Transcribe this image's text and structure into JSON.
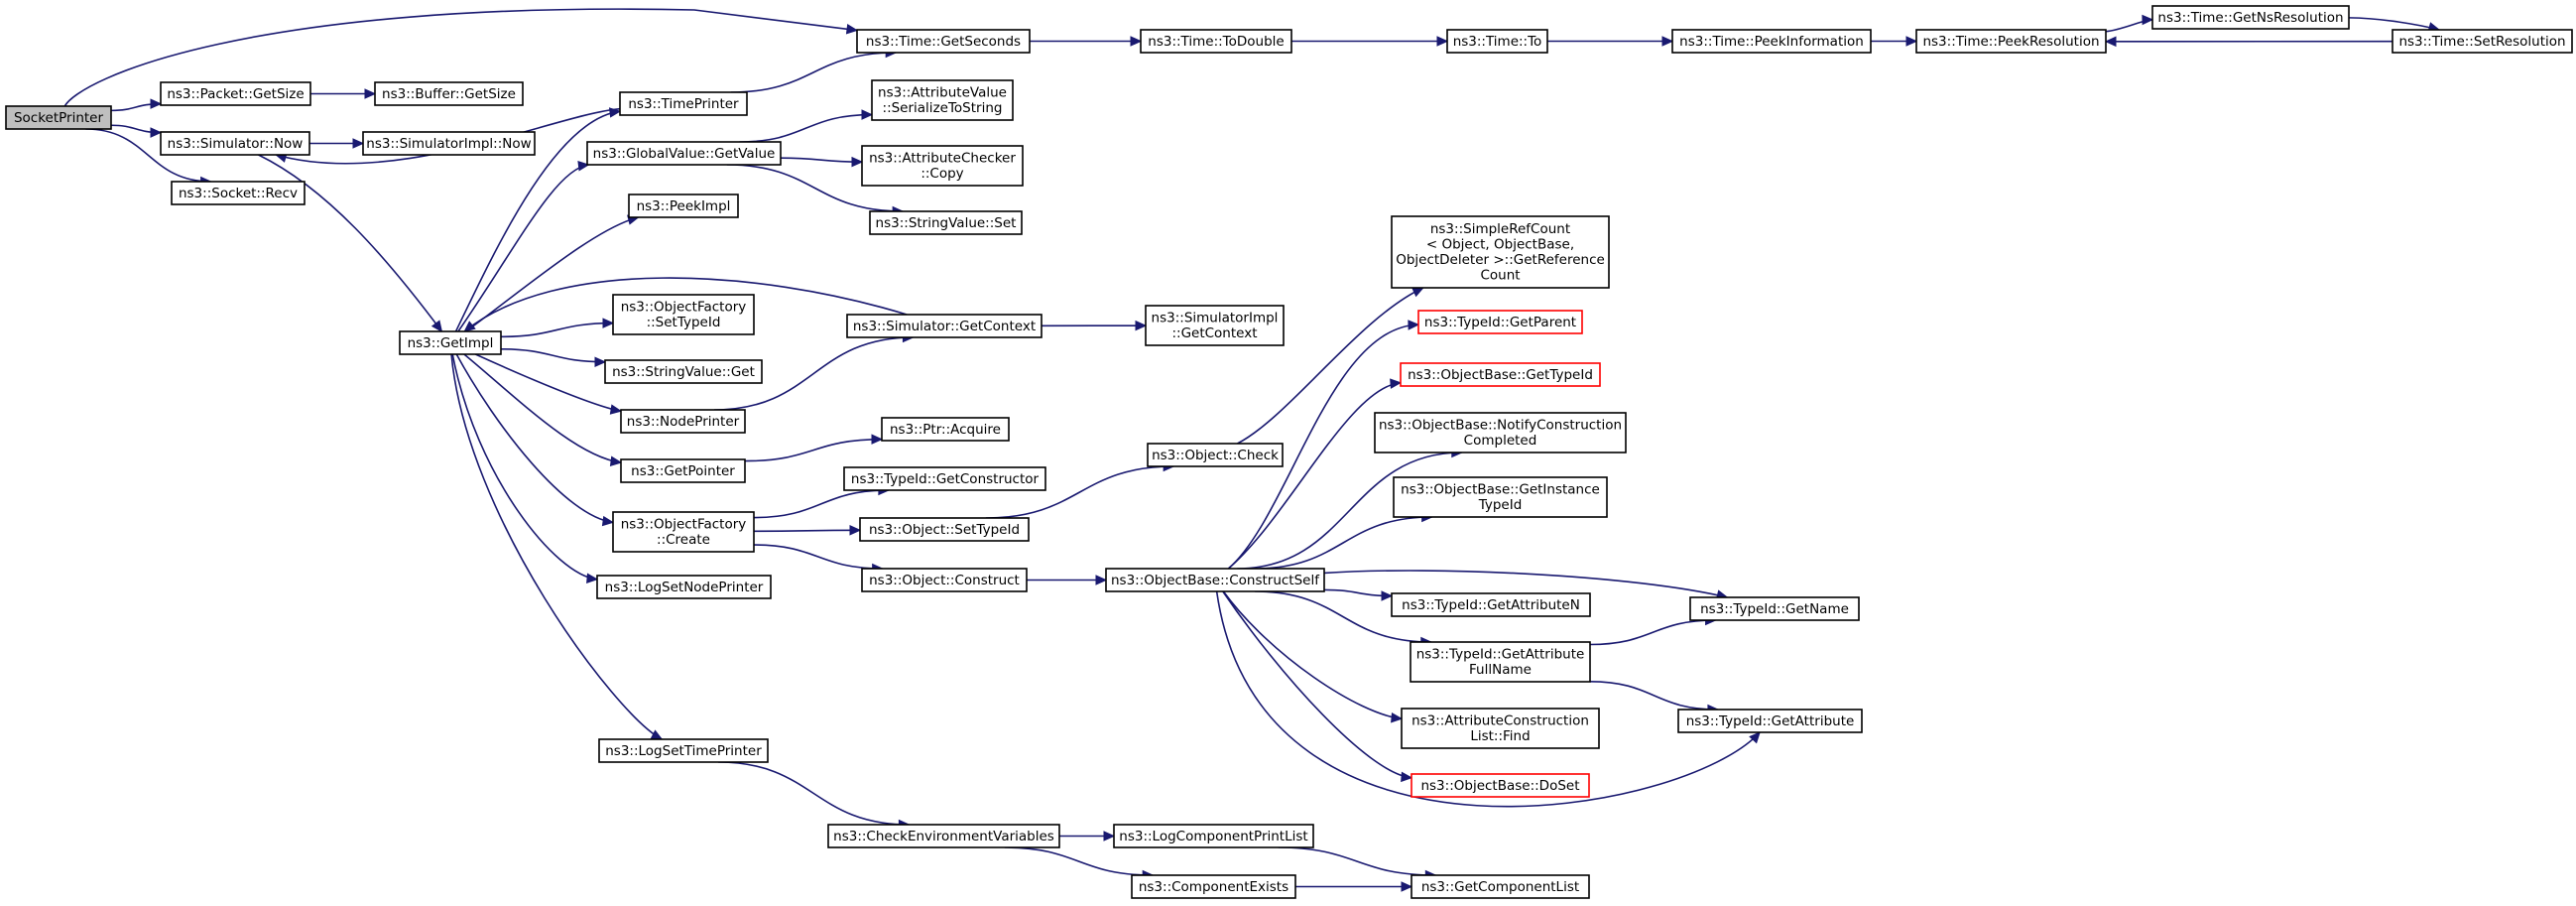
{
  "nodes": [
    {
      "id": "SocketPrinter",
      "lines": [
        "SocketPrinter"
      ],
      "style": "highlight"
    },
    {
      "id": "PacketGetSize",
      "lines": [
        "ns3::Packet::GetSize"
      ],
      "style": "normal"
    },
    {
      "id": "BufferGetSize",
      "lines": [
        "ns3::Buffer::GetSize"
      ],
      "style": "normal"
    },
    {
      "id": "SimulatorNow",
      "lines": [
        "ns3::Simulator::Now"
      ],
      "style": "normal"
    },
    {
      "id": "SimulatorImplNow",
      "lines": [
        "ns3::SimulatorImpl::Now"
      ],
      "style": "normal"
    },
    {
      "id": "SocketRecv",
      "lines": [
        "ns3::Socket::Recv"
      ],
      "style": "normal"
    },
    {
      "id": "TimeGetSeconds",
      "lines": [
        "ns3::Time::GetSeconds"
      ],
      "style": "normal"
    },
    {
      "id": "TimeToDouble",
      "lines": [
        "ns3::Time::ToDouble"
      ],
      "style": "normal"
    },
    {
      "id": "TimeTo",
      "lines": [
        "ns3::Time::To"
      ],
      "style": "normal"
    },
    {
      "id": "TimePeekInformation",
      "lines": [
        "ns3::Time::PeekInformation"
      ],
      "style": "normal"
    },
    {
      "id": "TimePeekResolution",
      "lines": [
        "ns3::Time::PeekResolution"
      ],
      "style": "normal"
    },
    {
      "id": "TimeGetNsResolution",
      "lines": [
        "ns3::Time::GetNsResolution"
      ],
      "style": "normal"
    },
    {
      "id": "TimeSetResolution",
      "lines": [
        "ns3::Time::SetResolution"
      ],
      "style": "normal"
    },
    {
      "id": "TimePrinter",
      "lines": [
        "ns3::TimePrinter"
      ],
      "style": "normal"
    },
    {
      "id": "GlobalValueGetValue",
      "lines": [
        "ns3::GlobalValue::GetValue"
      ],
      "style": "normal"
    },
    {
      "id": "AttributeValueSerialize",
      "lines": [
        "ns3::AttributeValue",
        "::SerializeToString"
      ],
      "style": "normal"
    },
    {
      "id": "AttributeCheckerCopy",
      "lines": [
        "ns3::AttributeChecker",
        "::Copy"
      ],
      "style": "normal"
    },
    {
      "id": "StringValueSet",
      "lines": [
        "ns3::StringValue::Set"
      ],
      "style": "normal"
    },
    {
      "id": "PeekImpl",
      "lines": [
        "ns3::PeekImpl"
      ],
      "style": "normal"
    },
    {
      "id": "GetImpl",
      "lines": [
        "ns3::GetImpl"
      ],
      "style": "normal"
    },
    {
      "id": "ObjectFactorySetTypeId",
      "lines": [
        "ns3::ObjectFactory",
        "::SetTypeId"
      ],
      "style": "normal"
    },
    {
      "id": "StringValueGet",
      "lines": [
        "ns3::StringValue::Get"
      ],
      "style": "normal"
    },
    {
      "id": "NodePrinter",
      "lines": [
        "ns3::NodePrinter"
      ],
      "style": "normal"
    },
    {
      "id": "SimulatorGetContext",
      "lines": [
        "ns3::Simulator::GetContext"
      ],
      "style": "normal"
    },
    {
      "id": "SimulatorImplGetContext",
      "lines": [
        "ns3::SimulatorImpl",
        "::GetContext"
      ],
      "style": "normal"
    },
    {
      "id": "GetPointer",
      "lines": [
        "ns3::GetPointer"
      ],
      "style": "normal"
    },
    {
      "id": "PtrAcquire",
      "lines": [
        "ns3::Ptr::Acquire"
      ],
      "style": "normal"
    },
    {
      "id": "ObjectFactoryCreate",
      "lines": [
        "ns3::ObjectFactory",
        "::Create"
      ],
      "style": "normal"
    },
    {
      "id": "TypeIdGetConstructor",
      "lines": [
        "ns3::TypeId::GetConstructor"
      ],
      "style": "normal"
    },
    {
      "id": "ObjectSetTypeId",
      "lines": [
        "ns3::Object::SetTypeId"
      ],
      "style": "normal"
    },
    {
      "id": "ObjectConstruct",
      "lines": [
        "ns3::Object::Construct"
      ],
      "style": "normal"
    },
    {
      "id": "LogSetNodePrinter",
      "lines": [
        "ns3::LogSetNodePrinter"
      ],
      "style": "normal"
    },
    {
      "id": "LogSetTimePrinter",
      "lines": [
        "ns3::LogSetTimePrinter"
      ],
      "style": "normal"
    },
    {
      "id": "ObjectCheck",
      "lines": [
        "ns3::Object::Check"
      ],
      "style": "normal"
    },
    {
      "id": "SimpleRefCount",
      "lines": [
        "ns3::SimpleRefCount",
        "< Object, ObjectBase,",
        "ObjectDeleter >::GetReference",
        "Count"
      ],
      "style": "normal"
    },
    {
      "id": "TypeIdGetParent",
      "lines": [
        "ns3::TypeId::GetParent"
      ],
      "style": "red"
    },
    {
      "id": "ObjectBaseGetTypeId",
      "lines": [
        "ns3::ObjectBase::GetTypeId"
      ],
      "style": "red"
    },
    {
      "id": "ObjectBaseNotify",
      "lines": [
        "ns3::ObjectBase::NotifyConstruction",
        "Completed"
      ],
      "style": "normal"
    },
    {
      "id": "ObjectBaseGetInstance",
      "lines": [
        "ns3::ObjectBase::GetInstance",
        "TypeId"
      ],
      "style": "normal"
    },
    {
      "id": "ObjectBaseConstructSelf",
      "lines": [
        "ns3::ObjectBase::ConstructSelf"
      ],
      "style": "normal"
    },
    {
      "id": "TypeIdGetAttributeN",
      "lines": [
        "ns3::TypeId::GetAttributeN"
      ],
      "style": "normal"
    },
    {
      "id": "TypeIdGetName",
      "lines": [
        "ns3::TypeId::GetName"
      ],
      "style": "normal"
    },
    {
      "id": "TypeIdGetAttributeFullName",
      "lines": [
        "ns3::TypeId::GetAttribute",
        "FullName"
      ],
      "style": "normal"
    },
    {
      "id": "TypeIdGetAttribute",
      "lines": [
        "ns3::TypeId::GetAttribute"
      ],
      "style": "normal"
    },
    {
      "id": "AttributeConstructionListFind",
      "lines": [
        "ns3::AttributeConstruction",
        "List::Find"
      ],
      "style": "normal"
    },
    {
      "id": "ObjectBaseDoSet",
      "lines": [
        "ns3::ObjectBase::DoSet"
      ],
      "style": "red"
    },
    {
      "id": "CheckEnvironmentVariables",
      "lines": [
        "ns3::CheckEnvironmentVariables"
      ],
      "style": "normal"
    },
    {
      "id": "LogComponentPrintList",
      "lines": [
        "ns3::LogComponentPrintList"
      ],
      "style": "normal"
    },
    {
      "id": "ComponentExists",
      "lines": [
        "ns3::ComponentExists"
      ],
      "style": "normal"
    },
    {
      "id": "GetComponentList",
      "lines": [
        "ns3::GetComponentList"
      ],
      "style": "normal"
    }
  ],
  "edges": [
    {
      "from": "SocketPrinter",
      "to": "TimeGetSeconds"
    },
    {
      "from": "SocketPrinter",
      "to": "PacketGetSize"
    },
    {
      "from": "SocketPrinter",
      "to": "SimulatorNow"
    },
    {
      "from": "SocketPrinter",
      "to": "SocketRecv"
    },
    {
      "from": "PacketGetSize",
      "to": "BufferGetSize"
    },
    {
      "from": "SimulatorNow",
      "to": "SimulatorImplNow"
    },
    {
      "from": "SimulatorNow",
      "to": "GetImpl"
    },
    {
      "from": "TimeGetSeconds",
      "to": "TimeToDouble"
    },
    {
      "from": "TimeToDouble",
      "to": "TimeTo"
    },
    {
      "from": "TimeTo",
      "to": "TimePeekInformation"
    },
    {
      "from": "TimePeekInformation",
      "to": "TimePeekResolution"
    },
    {
      "from": "TimePeekResolution",
      "to": "TimeGetNsResolution"
    },
    {
      "from": "TimeGetNsResolution",
      "to": "TimeSetResolution"
    },
    {
      "from": "TimeSetResolution",
      "to": "TimePeekResolution"
    },
    {
      "from": "TimePrinter",
      "to": "TimeGetSeconds"
    },
    {
      "from": "TimePrinter",
      "to": "SimulatorNow"
    },
    {
      "from": "GetImpl",
      "to": "TimePrinter"
    },
    {
      "from": "GetImpl",
      "to": "GlobalValueGetValue"
    },
    {
      "from": "GetImpl",
      "to": "PeekImpl"
    },
    {
      "from": "GetImpl",
      "to": "ObjectFactorySetTypeId"
    },
    {
      "from": "GetImpl",
      "to": "StringValueGet"
    },
    {
      "from": "GetImpl",
      "to": "NodePrinter"
    },
    {
      "from": "GetImpl",
      "to": "GetPointer"
    },
    {
      "from": "GetImpl",
      "to": "ObjectFactoryCreate"
    },
    {
      "from": "GetImpl",
      "to": "LogSetNodePrinter"
    },
    {
      "from": "GetImpl",
      "to": "LogSetTimePrinter"
    },
    {
      "from": "GlobalValueGetValue",
      "to": "AttributeValueSerialize"
    },
    {
      "from": "GlobalValueGetValue",
      "to": "AttributeCheckerCopy"
    },
    {
      "from": "GlobalValueGetValue",
      "to": "StringValueSet"
    },
    {
      "from": "SimulatorGetContext",
      "to": "GetImpl"
    },
    {
      "from": "SimulatorGetContext",
      "to": "SimulatorImplGetContext"
    },
    {
      "from": "NodePrinter",
      "to": "SimulatorGetContext"
    },
    {
      "from": "GetPointer",
      "to": "PtrAcquire"
    },
    {
      "from": "ObjectFactoryCreate",
      "to": "TypeIdGetConstructor"
    },
    {
      "from": "ObjectFactoryCreate",
      "to": "ObjectSetTypeId"
    },
    {
      "from": "ObjectFactoryCreate",
      "to": "ObjectConstruct"
    },
    {
      "from": "ObjectSetTypeId",
      "to": "ObjectCheck"
    },
    {
      "from": "ObjectConstruct",
      "to": "ObjectBaseConstructSelf"
    },
    {
      "from": "ObjectCheck",
      "to": "SimpleRefCount"
    },
    {
      "from": "ObjectBaseConstructSelf",
      "to": "TypeIdGetParent"
    },
    {
      "from": "ObjectBaseConstructSelf",
      "to": "ObjectBaseGetTypeId"
    },
    {
      "from": "ObjectBaseConstructSelf",
      "to": "ObjectBaseNotify"
    },
    {
      "from": "ObjectBaseConstructSelf",
      "to": "ObjectBaseGetInstance"
    },
    {
      "from": "ObjectBaseConstructSelf",
      "to": "TypeIdGetAttributeN"
    },
    {
      "from": "ObjectBaseConstructSelf",
      "to": "TypeIdGetName"
    },
    {
      "from": "ObjectBaseConstructSelf",
      "to": "TypeIdGetAttributeFullName"
    },
    {
      "from": "ObjectBaseConstructSelf",
      "to": "TypeIdGetAttribute"
    },
    {
      "from": "ObjectBaseConstructSelf",
      "to": "AttributeConstructionListFind"
    },
    {
      "from": "ObjectBaseConstructSelf",
      "to": "ObjectBaseDoSet"
    },
    {
      "from": "TypeIdGetAttributeFullName",
      "to": "TypeIdGetName"
    },
    {
      "from": "TypeIdGetAttributeFullName",
      "to": "TypeIdGetAttribute"
    },
    {
      "from": "LogSetTimePrinter",
      "to": "CheckEnvironmentVariables"
    },
    {
      "from": "CheckEnvironmentVariables",
      "to": "LogComponentPrintList"
    },
    {
      "from": "CheckEnvironmentVariables",
      "to": "ComponentExists"
    },
    {
      "from": "LogComponentPrintList",
      "to": "GetComponentList"
    },
    {
      "from": "ComponentExists",
      "to": "GetComponentList"
    }
  ],
  "colors": {
    "edge": "#191970",
    "highlight_fill": "#bfbfbf",
    "red_border": "#ff0000"
  }
}
